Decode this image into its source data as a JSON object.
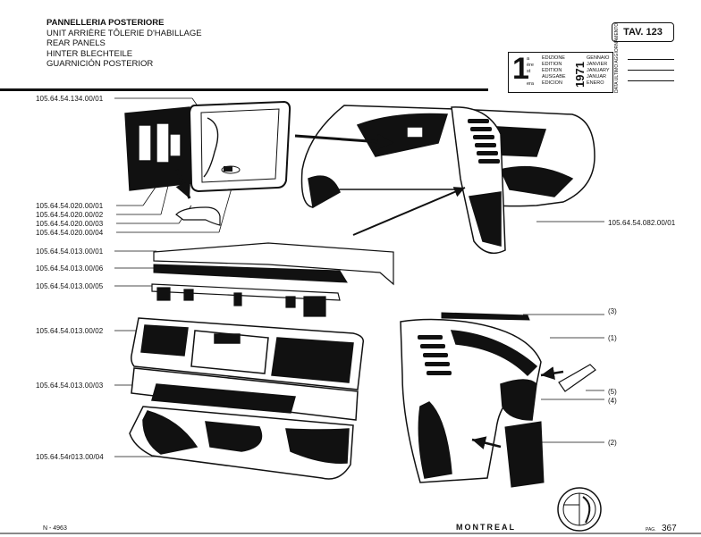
{
  "header": {
    "titles": [
      "PANNELLERIA POSTERIORE",
      "UNIT ARRIÈRE TÔLERIE D'HABILLAGE",
      "REAR PANELS",
      "HINTER BLECHTEILE",
      "GUARNICIÓN POSTERIOR"
    ],
    "plate": "TAV. 123"
  },
  "edition": {
    "number": "1",
    "labels": [
      "EDIZIONE",
      "EDITION",
      "EDITION",
      "AUSGABE",
      "EDICION"
    ],
    "months": [
      "GENNAIO",
      "JANVIER",
      "JANUARY",
      "JANUAR",
      "ENERO"
    ],
    "codes": [
      "a",
      "ère",
      "st",
      "",
      "era"
    ],
    "year": "1971",
    "side_label": "DATA ULTIMO AGGIORNAMENTO"
  },
  "parts": {
    "p1": "105.64.54.134.00/01",
    "p2": "105.64.54.020.00/01",
    "p3": "105.64.54.020.00/02",
    "p4": "105.64.54.020.00/03",
    "p5": "105.64.54.020.00/04",
    "p6": "105.64.54.082.00/01",
    "p7": "105.64.54.013.00/01",
    "p8": "105.64.54.013.00/06",
    "p9": "105.64.54.013.00/05",
    "p10": "105.64.54.013.00/02",
    "p11": "105.64.54.013.00/03",
    "p12": "105.64.54r013.00/04"
  },
  "refs": {
    "r3": "(3)",
    "r1": "(1)",
    "r5": "(5)",
    "r4": "(4)",
    "r2": "(2)"
  },
  "footer": {
    "code": "N - 4963",
    "model": "MONTREAL",
    "page_label": "PAG.",
    "page": "367"
  }
}
